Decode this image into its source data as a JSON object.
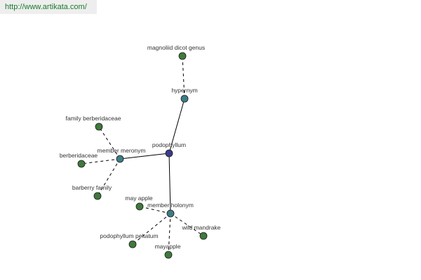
{
  "header": {
    "url": "http://www.artikata.com/",
    "url_color": "#1a7a2a"
  },
  "colors": {
    "center_node": "#3b3b8c",
    "relation_node": "#3c7e86",
    "leaf_node": "#3f7a3c",
    "edge": "#000000"
  },
  "graph": {
    "nodes": [
      {
        "id": "podophyllum",
        "label": "podophyllum",
        "kind": "center"
      },
      {
        "id": "hypernym",
        "label": "hypernym",
        "kind": "relation"
      },
      {
        "id": "magnoliid-dicot-genus",
        "label": "magnoliid dicot genus",
        "kind": "leaf"
      },
      {
        "id": "member-meronym",
        "label": "member meronym",
        "kind": "relation"
      },
      {
        "id": "family-berberidaceae",
        "label": "family berberidaceae",
        "kind": "leaf"
      },
      {
        "id": "berberidaceae",
        "label": "berberidaceae",
        "kind": "leaf"
      },
      {
        "id": "barberry-family",
        "label": "barberry family",
        "kind": "leaf"
      },
      {
        "id": "member-holonym",
        "label": "member holonym",
        "kind": "relation"
      },
      {
        "id": "may-apple",
        "label": "may apple",
        "kind": "leaf"
      },
      {
        "id": "wild-mandrake",
        "label": "wild mandrake",
        "kind": "leaf"
      },
      {
        "id": "podophyllum-peltatum",
        "label": "podophyllum peltatum",
        "kind": "leaf"
      },
      {
        "id": "mayapple",
        "label": "mayapple",
        "kind": "leaf"
      }
    ],
    "edges": [
      {
        "from": "podophyllum",
        "to": "hypernym",
        "style": "solid"
      },
      {
        "from": "podophyllum",
        "to": "member-meronym",
        "style": "solid"
      },
      {
        "from": "podophyllum",
        "to": "member-holonym",
        "style": "solid"
      },
      {
        "from": "hypernym",
        "to": "magnoliid-dicot-genus",
        "style": "dashed"
      },
      {
        "from": "member-meronym",
        "to": "family-berberidaceae",
        "style": "dashed"
      },
      {
        "from": "member-meronym",
        "to": "berberidaceae",
        "style": "dashed"
      },
      {
        "from": "member-meronym",
        "to": "barberry-family",
        "style": "dashed"
      },
      {
        "from": "member-holonym",
        "to": "may-apple",
        "style": "dashed"
      },
      {
        "from": "member-holonym",
        "to": "wild-mandrake",
        "style": "dashed"
      },
      {
        "from": "member-holonym",
        "to": "podophyllum-peltatum",
        "style": "dashed"
      },
      {
        "from": "member-holonym",
        "to": "mayapple",
        "style": "dashed"
      }
    ]
  }
}
